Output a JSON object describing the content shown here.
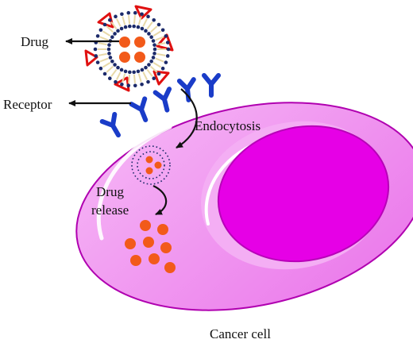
{
  "labels": {
    "drug": "Drug",
    "receptor": "Receptor",
    "endocytosis": "Endocytosis",
    "drug_release_line1": "Drug",
    "drug_release_line2": "release",
    "cancer_cell": "Cancer cell"
  },
  "colors": {
    "cell_fill": "#ee82ee",
    "cell_outline": "#b000b0",
    "nucleus": "#e600e6",
    "receptor": "#1a3cc8",
    "drug": "#f25a1a",
    "ligand": "#e01010",
    "lipid_head": "#1c2a6a",
    "lipid_tail": "#e8d9a8"
  },
  "icons": {
    "receptor": "y-shaped-receptor-icon",
    "drug": "drug-particle-icon",
    "liposome": "liposome-icon",
    "ligand": "triangle-ligand-icon",
    "arrow": "arrow-icon"
  }
}
